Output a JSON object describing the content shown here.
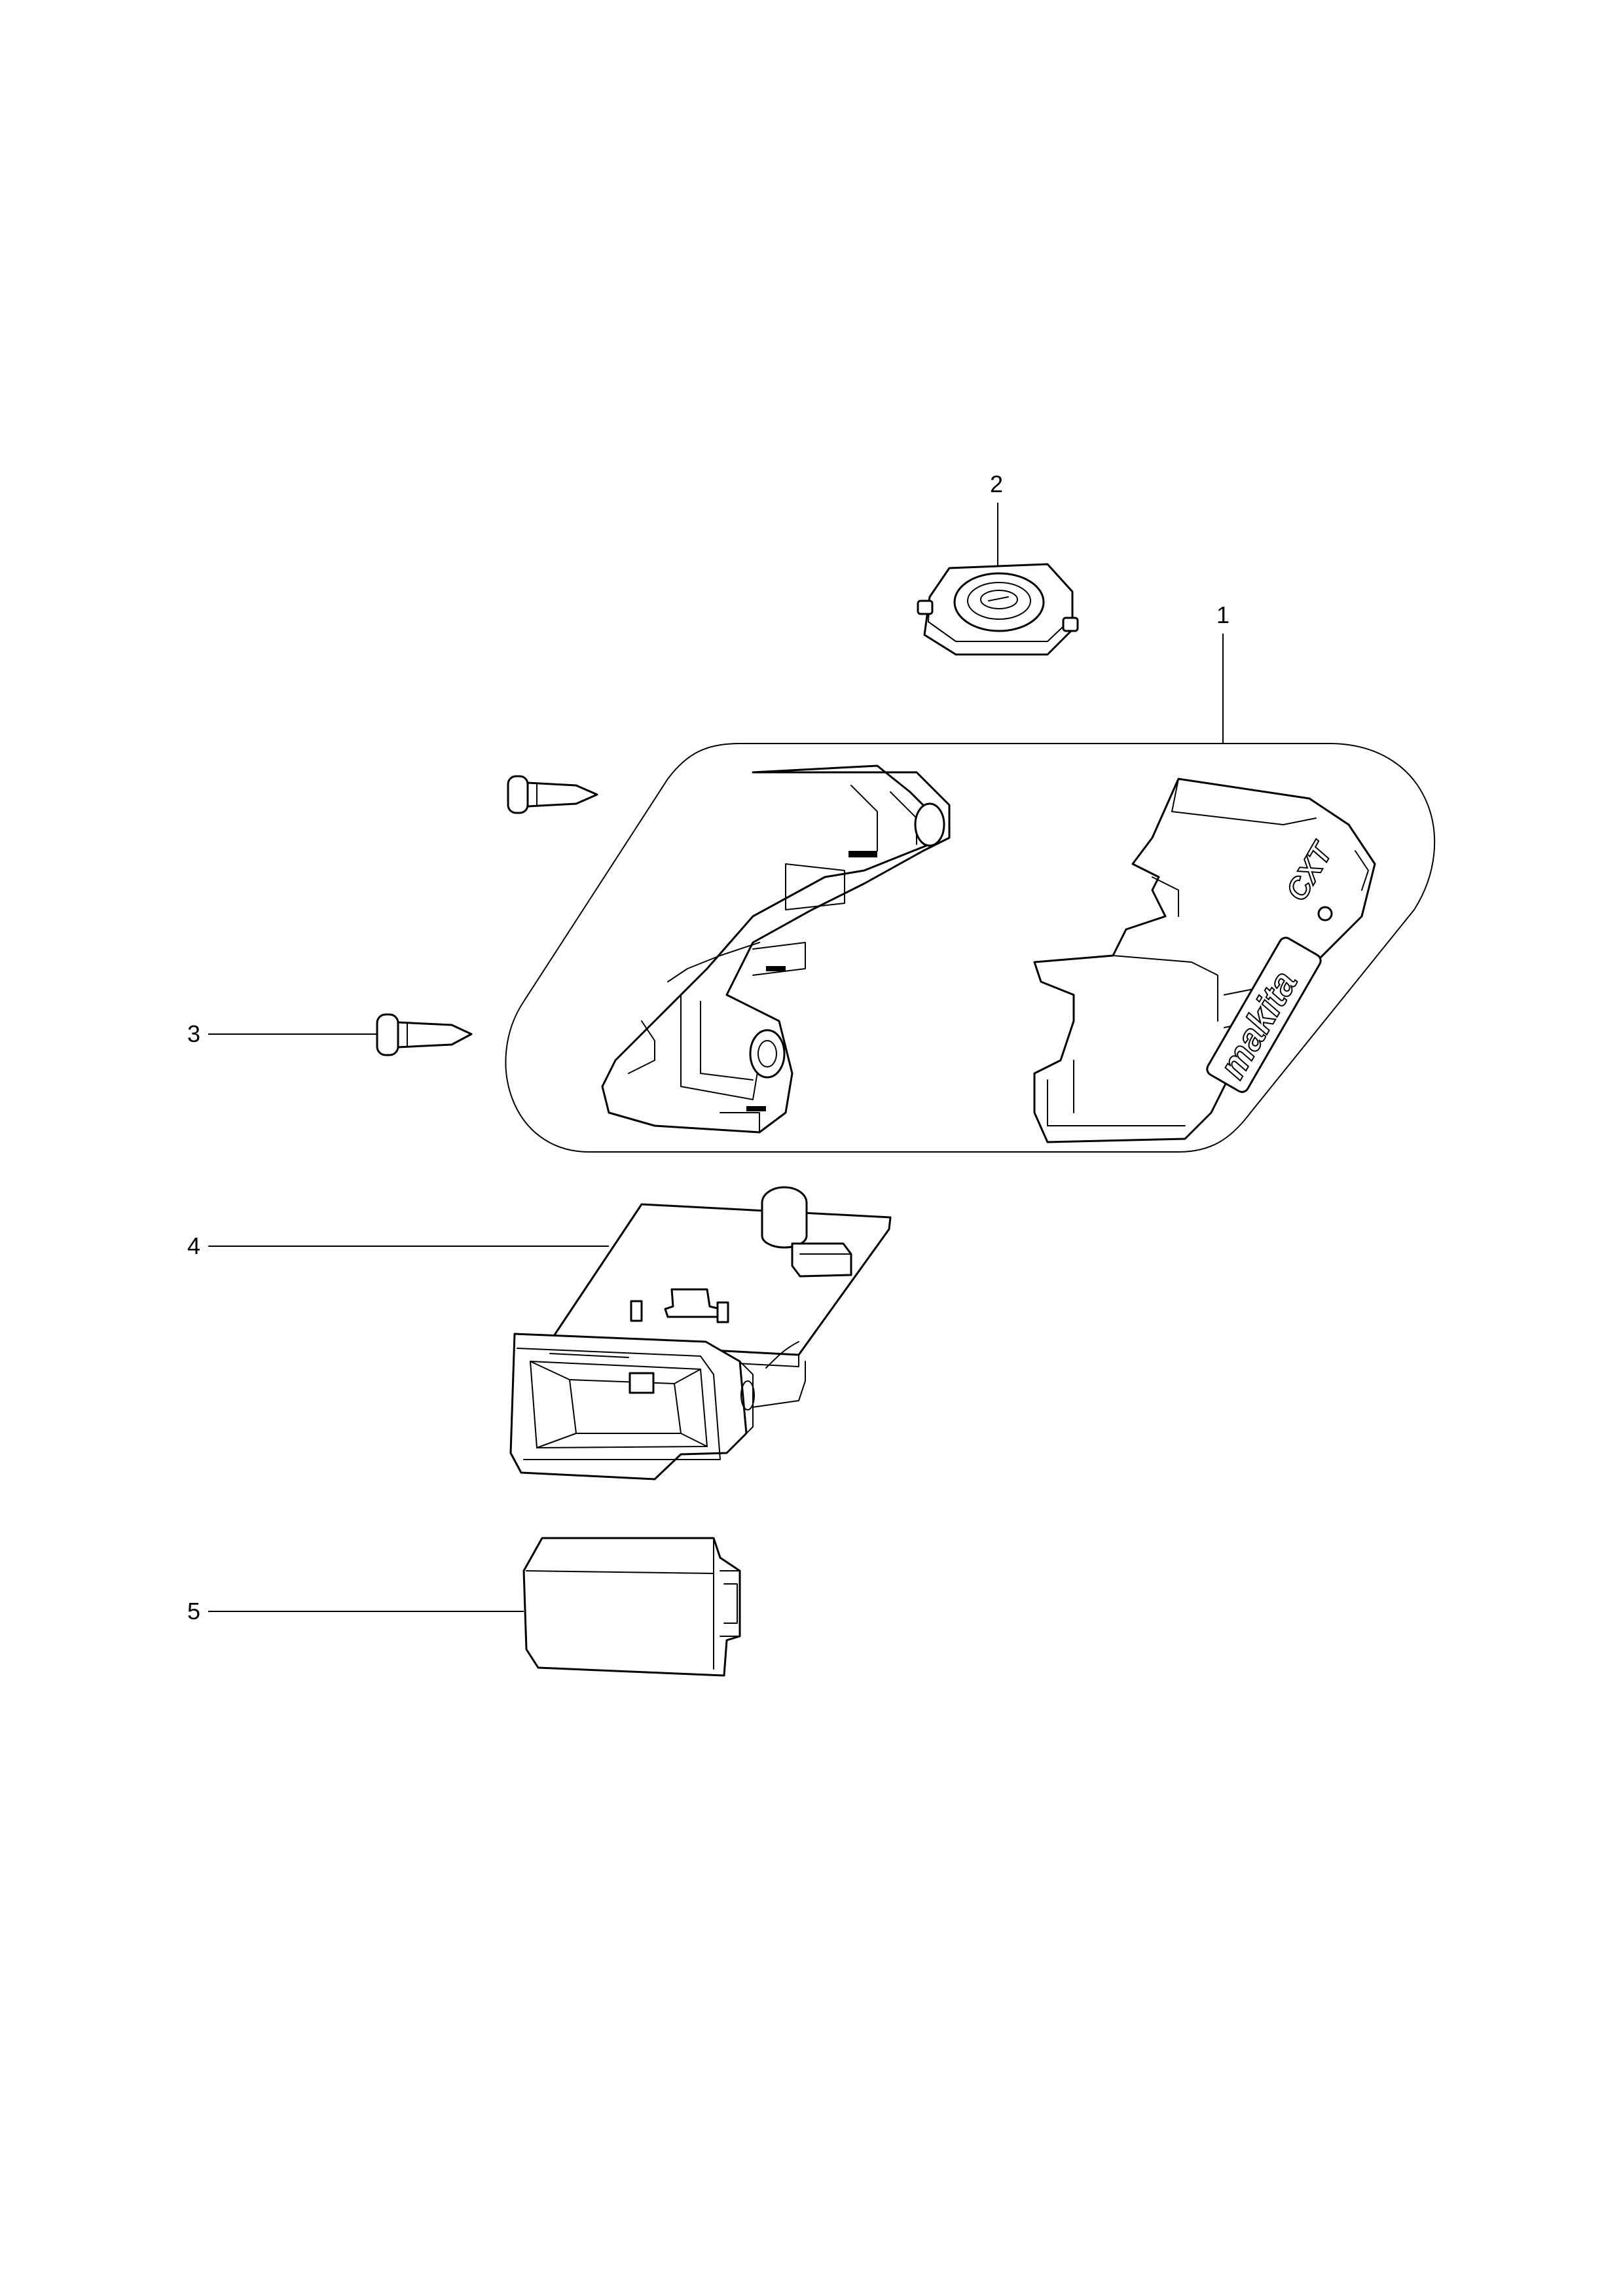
{
  "callouts": [
    {
      "id": "1",
      "label": "1"
    },
    {
      "id": "2",
      "label": "2"
    },
    {
      "id": "3",
      "label": "3"
    },
    {
      "id": "4",
      "label": "4"
    },
    {
      "id": "5",
      "label": "5"
    }
  ],
  "parts": {
    "housing": {
      "callout": "1",
      "logo_text": "makita",
      "mark_text": "CXT"
    },
    "button_cap": {
      "callout": "2"
    },
    "screw": {
      "callout": "3"
    },
    "circuit_board": {
      "callout": "4"
    },
    "cover": {
      "callout": "5"
    }
  }
}
